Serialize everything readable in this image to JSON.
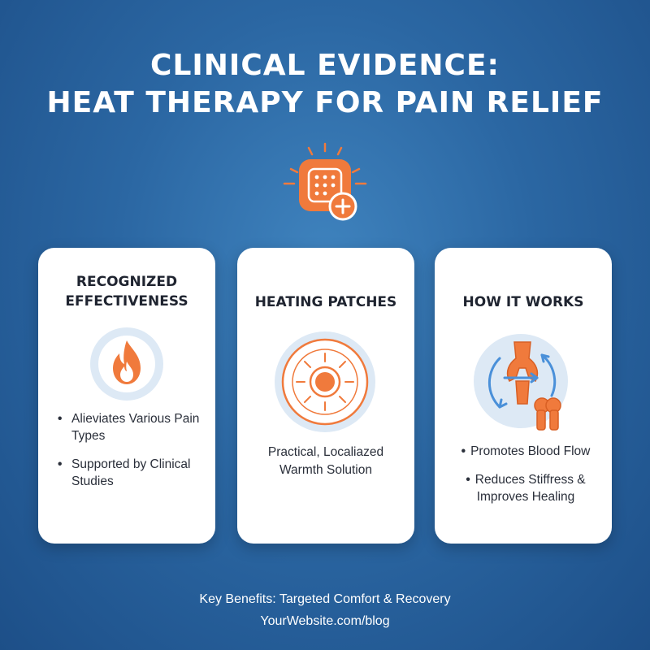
{
  "title": {
    "line1": "CLINICAL EVIDENCE:",
    "line2": "HEAT THERAPY FOR PAIN RELIEF"
  },
  "colors": {
    "background": "#2b67a3",
    "accent_orange": "#f07a3c",
    "accent_blue": "#4a90d9",
    "card": "#ffffff"
  },
  "hero_icon": "heat-patch-plus-icon",
  "cards": [
    {
      "title": "RECOGNIZED EFFECTIVENESS",
      "icon": "flame-icon",
      "bullets": [
        "Alieviates Various Pain Types",
        "Supported by Clinical Studies"
      ]
    },
    {
      "title": "HEATING PATCHES",
      "icon": "radiating-heat-patch-icon",
      "description": "Practical, Localiazed Warmth Solution"
    },
    {
      "title": "HOW IT WORKS",
      "icon": "blood-flow-joint-icon",
      "bullets": [
        "Promotes Blood Flow",
        "Reduces Stiffress & Improves Healing"
      ]
    }
  ],
  "footer": {
    "tagline": "Key Benefits: Targeted Comfort & Recovery",
    "website": "YourWebsite.com/blog"
  }
}
